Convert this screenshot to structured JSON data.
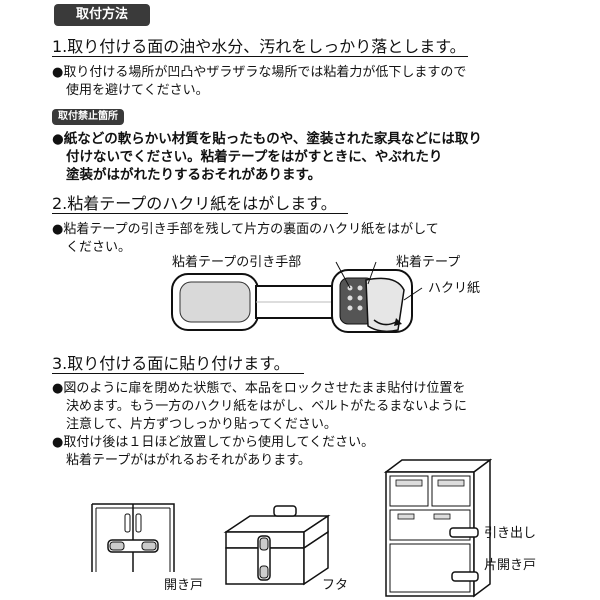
{
  "badge": "取付方法",
  "step1": {
    "heading": "1.取り付ける面の油や水分、汚れをしっかり落とします。",
    "note_lines": [
      "●取り付ける場所が凹凸やザラザラな場所では粘着力が低下しますので",
      "使用を避けてください。"
    ]
  },
  "prohibited": {
    "badge": "取付禁止箇所",
    "lines": [
      "●紙などの軟らかい材質を貼ったものや、塗装された家具などには取り",
      "付けないでください。粘着テープをはがすときに、やぶれたり",
      "塗装がはがれたりするおそれがあります。"
    ]
  },
  "step2": {
    "heading": "2.粘着テープのハクリ紙をはがします。",
    "note_lines": [
      "●粘着テープの引き手部を残して片方の裏面のハクリ紙をはがして",
      "ください。"
    ],
    "labels": {
      "pull_tab": "粘着テープの引き手部",
      "adhesive_tape": "粘着テープ",
      "release_paper": "ハクリ紙"
    }
  },
  "step3": {
    "heading": "3.取り付ける面に貼り付けます。",
    "note_lines": [
      "●図のように扉を閉めた状態で、本品をロックさせたまま貼付け位置を",
      "決めます。もう一方のハクリ紙をはがし、ベルトがたるまないように",
      "注意して、片方ずつしっかり貼ってください。",
      "●取付け後は１日ほど放置してから使用してください。",
      "粘着テープがはがれるおそれがあります。"
    ],
    "labels": {
      "hinged_door": "開き戸",
      "lid": "フタ",
      "drawer": "引き出し",
      "single_door": "片開き戸"
    }
  }
}
